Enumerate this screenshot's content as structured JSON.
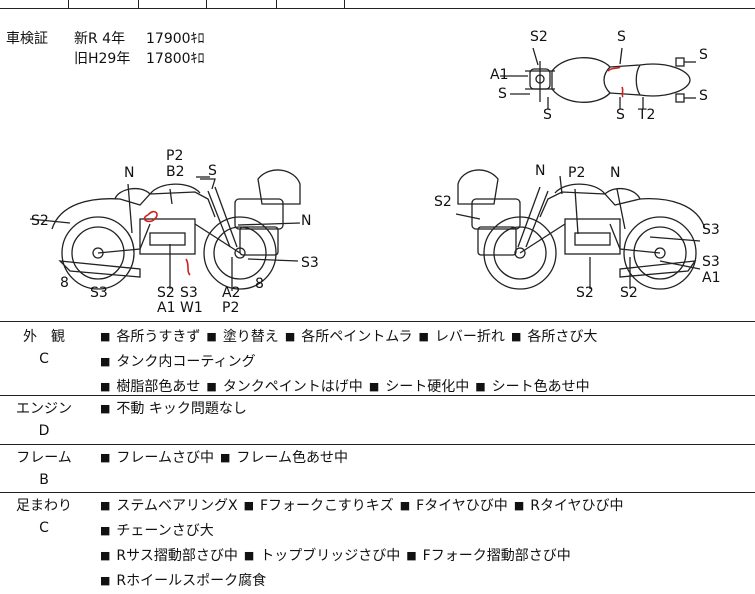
{
  "registration": {
    "label": "車検証",
    "new": {
      "era": "新R 4年",
      "price": "17900ｷﾛ"
    },
    "old": {
      "era": "旧H29年",
      "price": "17800ｷﾛ"
    }
  },
  "diagram_labels": {
    "top": [
      "S2",
      "S",
      "A1",
      "S",
      "S",
      "S",
      "S",
      "S",
      "T2",
      "S"
    ],
    "left": [
      "P2",
      "B2",
      "S",
      "N",
      "S2",
      "N",
      "8",
      "S3",
      "S2",
      "S3",
      "A1",
      "W1",
      "A2",
      "P2",
      "8",
      "S3"
    ],
    "right": [
      "N",
      "P2",
      "N",
      "S2",
      "S3",
      "S3",
      "A1",
      "S2",
      "S2"
    ]
  },
  "sections": [
    {
      "name": "外　観",
      "grade": "C",
      "items": [
        "各所うすきず",
        "塗り替え",
        "各所ペイントムラ",
        "レバー折れ",
        "各所さび大",
        "タンク内コーティング",
        "樹脂部色あせ",
        "タンクペイントはげ中",
        "シート硬化中",
        "シート色あせ中"
      ]
    },
    {
      "name": "エンジン",
      "grade": "D",
      "items": [
        "不動 キック問題なし"
      ]
    },
    {
      "name": "フレーム",
      "grade": "B",
      "items": [
        "フレームさび中",
        "フレーム色あせ中"
      ]
    },
    {
      "name": "足まわり",
      "grade": "C",
      "items": [
        "ステムベアリングX",
        "Fフォークこすりキズ",
        "Fタイヤひび中",
        "Rタイヤひび中",
        "チェーンさび大",
        "Rサス摺動部さび中",
        "トップブリッジさび中",
        "Fフォーク摺動部さび中",
        "Rホイールスポーク腐食"
      ]
    }
  ]
}
